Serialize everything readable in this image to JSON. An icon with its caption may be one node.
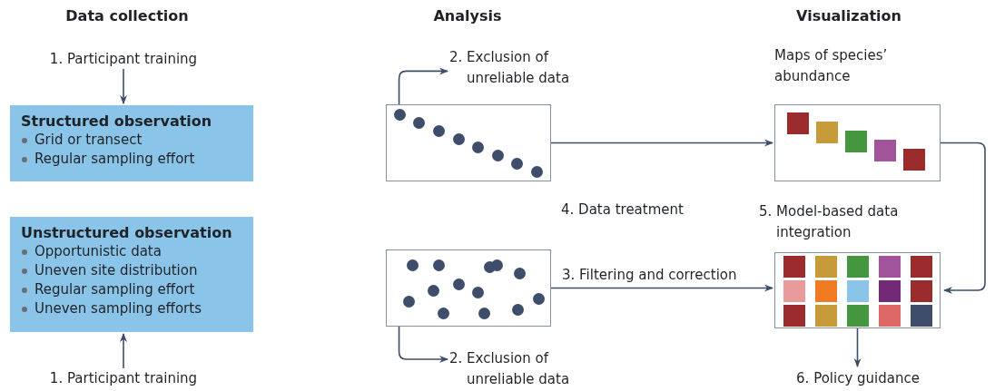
{
  "diagram": {
    "nodes": [
      {
        "text": [
          "1. Participant training"
        ]
      },
      {
        "text": [
          "Structured observation",
          "Grid or transect",
          "Regular sampling effort"
        ]
      },
      {
        "text": [
          "Unstructured observation",
          "Opportunistic data",
          "Uneven site distribution",
          "Regular sampling effort",
          "Uneven sampling efforts"
        ]
      },
      {
        "text": [
          "1. Participant training"
        ]
      },
      {
        "text": [
          "2. Exclusion of unreliable data"
        ]
      },
      {
        "text": [],
        "shape": "box"
      },
      {
        "text": [],
        "shape": "box"
      },
      {
        "text": [
          "2. Exclusion of unreliable data"
        ]
      },
      {
        "text": [
          "Maps of species’ abundance"
        ]
      },
      {
        "text": [
          "5. Model-based data integration"
        ]
      },
      {
        "text": [
          "6. Policy guidance"
        ]
      }
    ],
    "edges": [
      {
        "from": 0,
        "to": 1,
        "arrow": "to"
      },
      {
        "from": 3,
        "to": 2,
        "arrow": "to"
      },
      {
        "from": 5,
        "to": 4,
        "arrow": "to"
      },
      {
        "from": 6,
        "to": 7,
        "arrow": "to"
      },
      {
        "from": 5,
        "to": 8,
        "arrow": "to"
      },
      {
        "from": 6,
        "to": 9,
        "label": "3. Filtering and correction",
        "arrow": "to"
      },
      {
        "from": 8,
        "to": 9,
        "arrow": "to"
      },
      {
        "from": 9,
        "to": 10,
        "arrow": "to"
      }
    ],
    "labels": [
      "Data collection",
      "Analysis",
      "Visualization",
      "4. Data treatment"
    ]
  }
}
